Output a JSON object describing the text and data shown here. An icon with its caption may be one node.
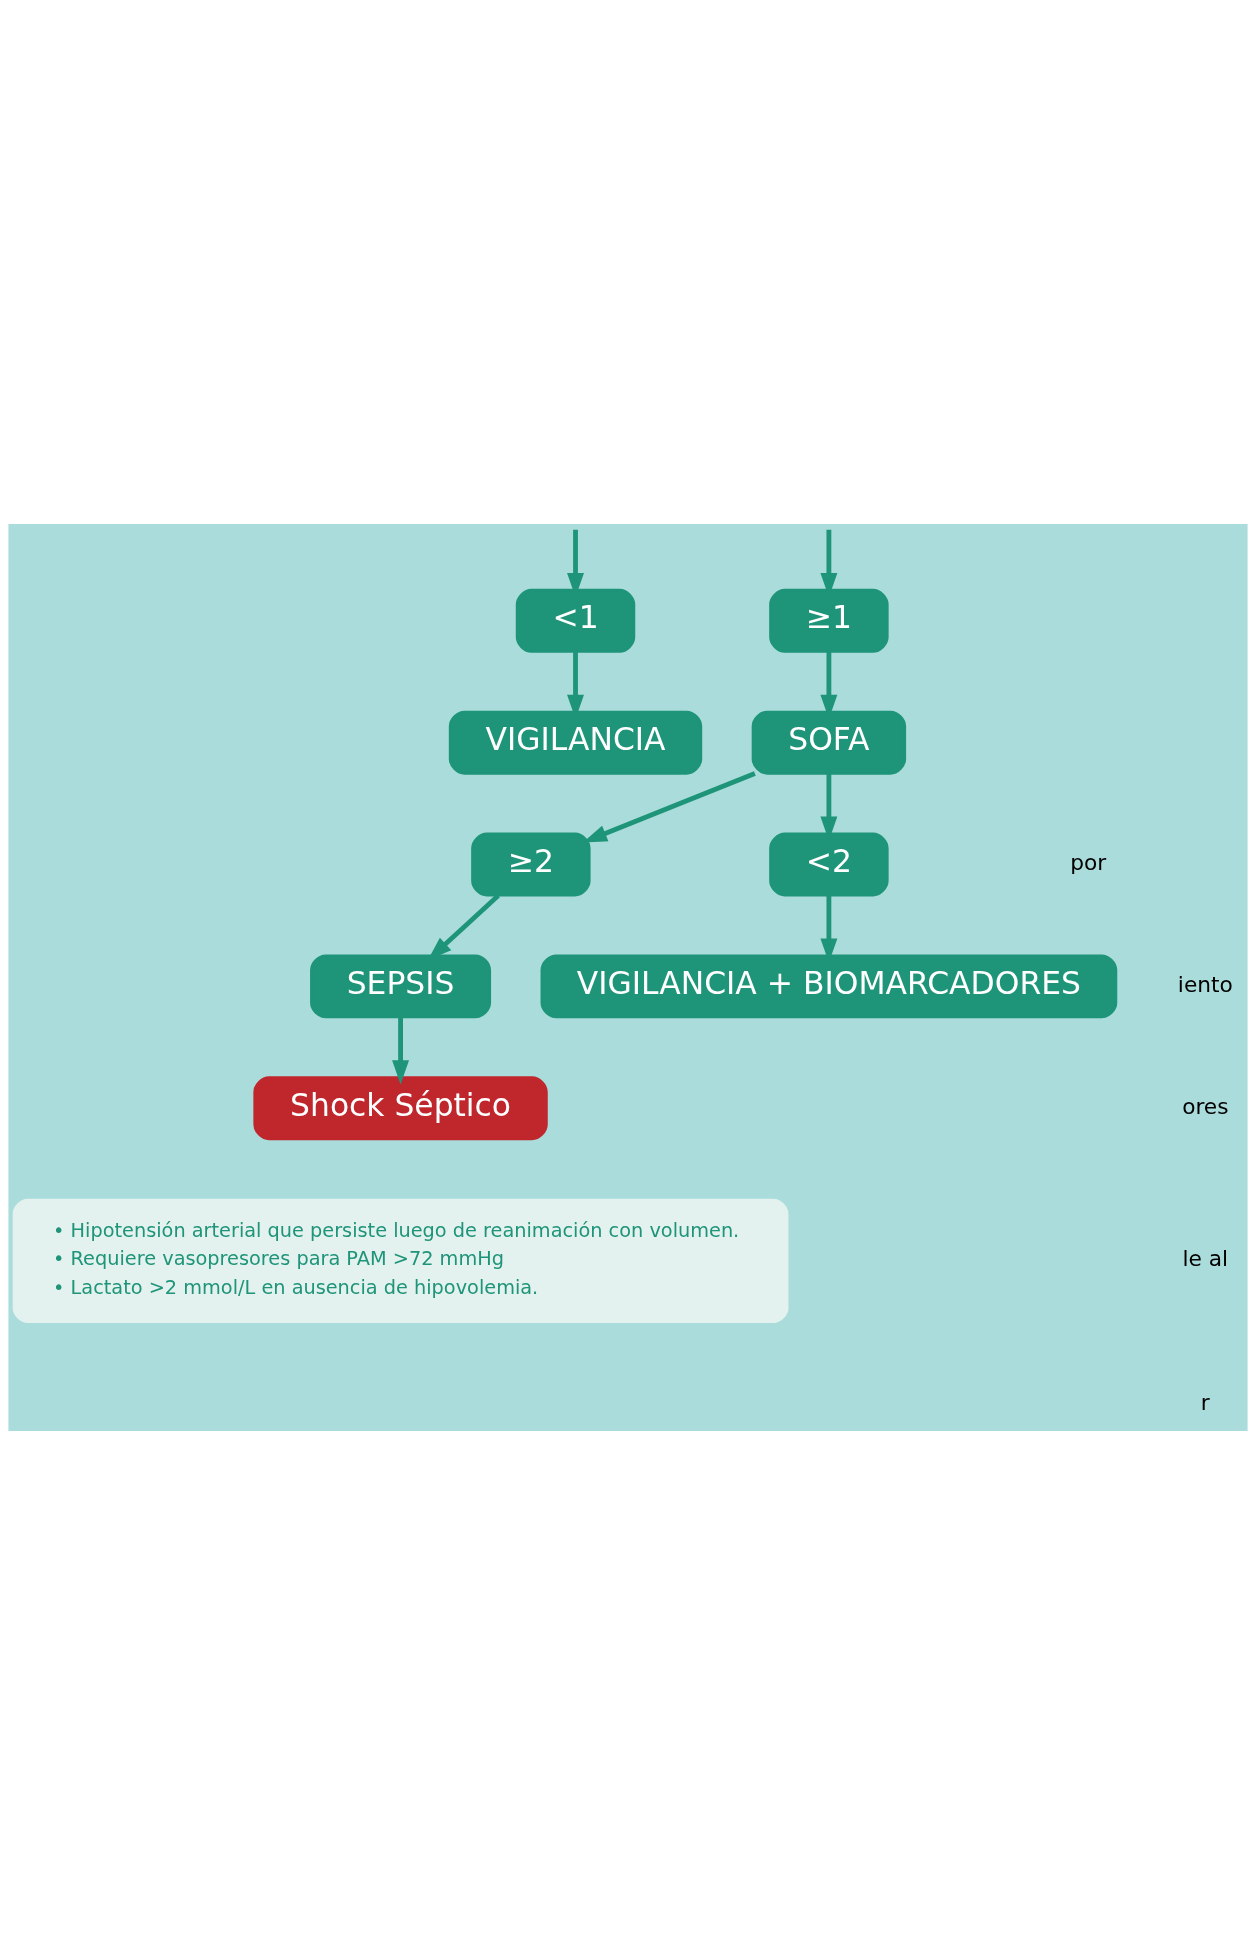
{
  "diagram": {
    "nodes": [
      {
        "text": [
          "<1"
        ]
      },
      {
        "text": [
          "VIGILANCIA"
        ]
      },
      {
        "text": [
          "≥1"
        ]
      },
      {
        "text": [
          "SOFA"
        ]
      },
      {
        "text": [
          "≥2"
        ]
      },
      {
        "text": [
          "<2"
        ]
      },
      {
        "text": [
          "SEPSIS"
        ]
      },
      {
        "text": [
          "VIGILANCIA + BIOMARCADORES"
        ]
      },
      {
        "text": [
          "Shock Séptico"
        ]
      },
      {
        "text": [
          "• Hipotensión arterial que persiste luego de reanimación con volumen.",
          "• Requiere vasopresores para PAM >72 mmHg",
          "• Lactato >2 mmol/L en ausencia de hipovolemia."
        ]
      }
    ],
    "edges": [
      {
        "from": null,
        "to": 0,
        "arrow": "to"
      },
      {
        "from": null,
        "to": 2,
        "arrow": "to"
      },
      {
        "from": 0,
        "to": 1,
        "arrow": "to"
      },
      {
        "from": 2,
        "to": 3,
        "arrow": "to"
      },
      {
        "from": 3,
        "to": 4,
        "arrow": "to"
      },
      {
        "from": 3,
        "to": 5,
        "arrow": "to"
      },
      {
        "from": 4,
        "to": 6,
        "arrow": "to"
      },
      {
        "from": 5,
        "to": 7,
        "arrow": "to"
      },
      {
        "from": 6,
        "to": 8,
        "arrow": "to"
      }
    ],
    "labels": [
      "por",
      "iento",
      "ores",
      "le al",
      "r"
    ]
  }
}
